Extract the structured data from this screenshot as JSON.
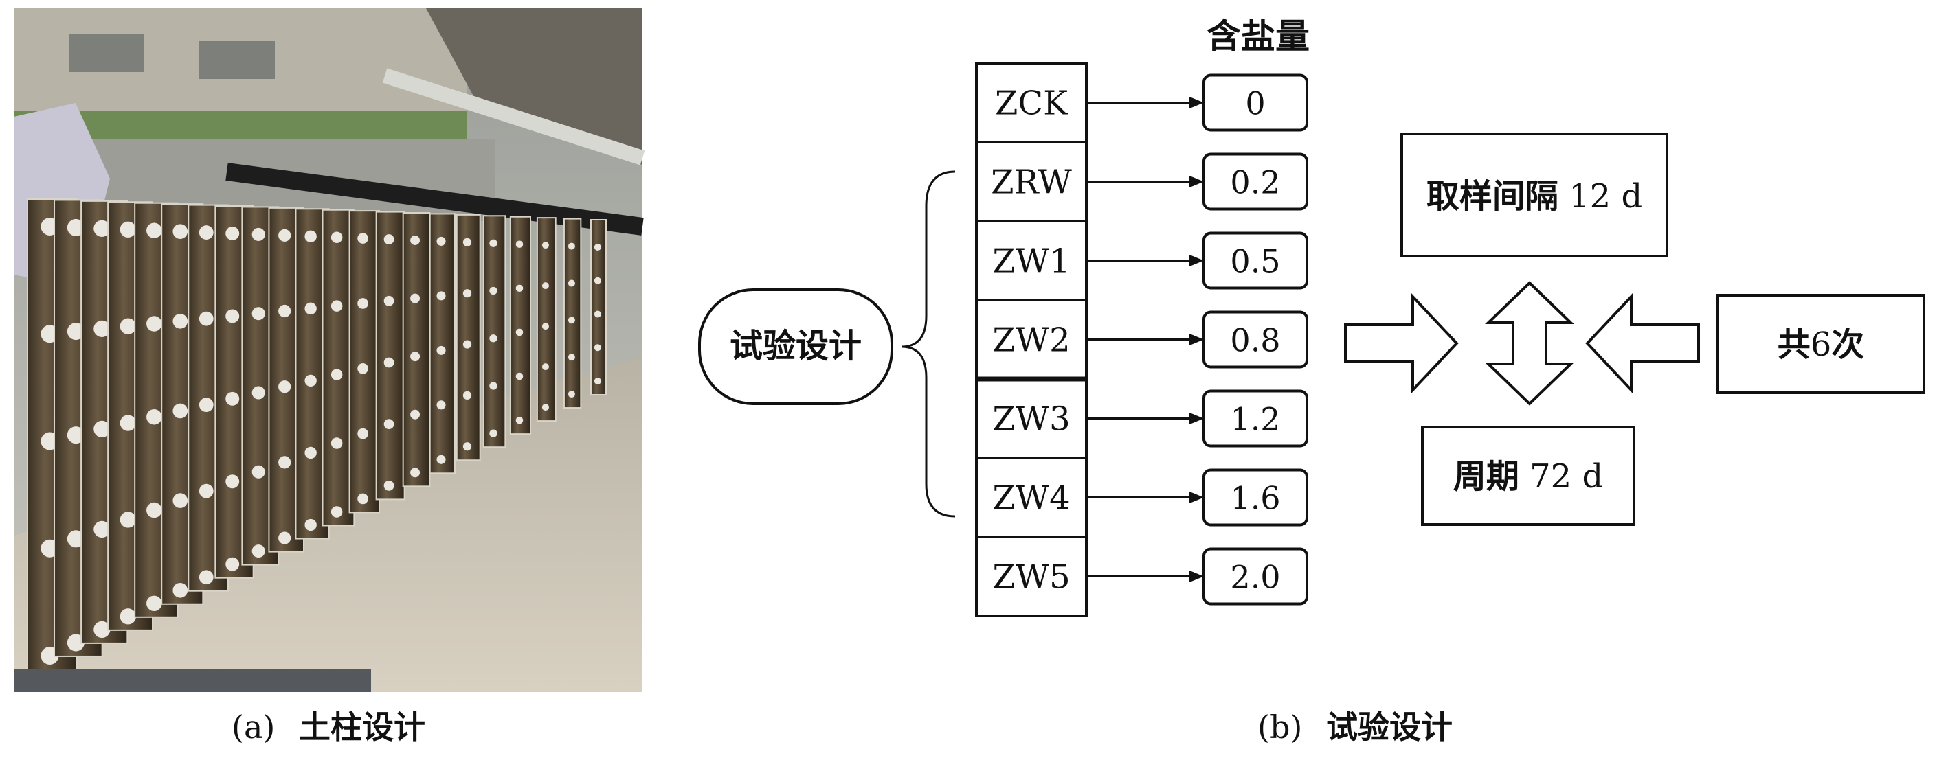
{
  "photo": {
    "caption_tag": "(a)",
    "caption_text": "土柱设计"
  },
  "design": {
    "caption_tag": "(b)",
    "caption_text": "试验设计",
    "center_label": "试验设计",
    "salt_header": "含盐量",
    "treatments": [
      {
        "name": "ZCK",
        "salt": "0"
      },
      {
        "name": "ZRW",
        "salt": "0.2"
      },
      {
        "name": "ZW1",
        "salt": "0.5"
      },
      {
        "name": "ZW2",
        "salt": "0.8"
      },
      {
        "name": "ZW3",
        "salt": "1.2"
      },
      {
        "name": "ZW4",
        "salt": "1.6"
      },
      {
        "name": "ZW5",
        "salt": "2.0"
      }
    ],
    "sampling_interval": {
      "cjk": "取样间隔",
      "value": "12 d"
    },
    "period": {
      "cjk": "周期",
      "value": "72 d"
    },
    "count": {
      "cjk_a": "共",
      "value": "6",
      "cjk_b": "次"
    }
  }
}
